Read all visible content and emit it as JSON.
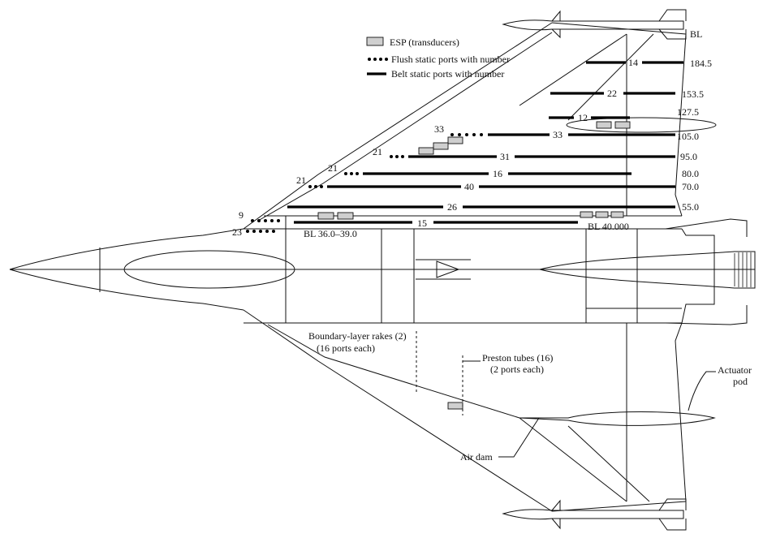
{
  "legend": {
    "esp": "ESP (transducers)",
    "flush": "Flush static ports with number",
    "belt": "Belt static ports with number"
  },
  "bl_header": "BL",
  "bl_stations": [
    "184.5",
    "153.5",
    "127.5",
    "105.0",
    "95.0",
    "80.0",
    "70.0",
    "55.0"
  ],
  "belt_numbers": [
    "14",
    "22",
    "12",
    "33",
    "31",
    "16",
    "40",
    "26",
    "15"
  ],
  "flush_numbers": [
    "33",
    "21",
    "21",
    "21",
    "9",
    "23"
  ],
  "bl_labels": {
    "inboard": "BL 36.0–39.0",
    "outboard": "BL 40.000"
  },
  "callouts": {
    "rakes_1": "Boundary-layer rakes (2)",
    "rakes_2": "(16 ports each)",
    "preston_1": "Preston tubes (16)",
    "preston_2": "(2 ports each)",
    "actuator_1": "Actuator",
    "actuator_2": "pod",
    "air_dam": "Air dam"
  }
}
